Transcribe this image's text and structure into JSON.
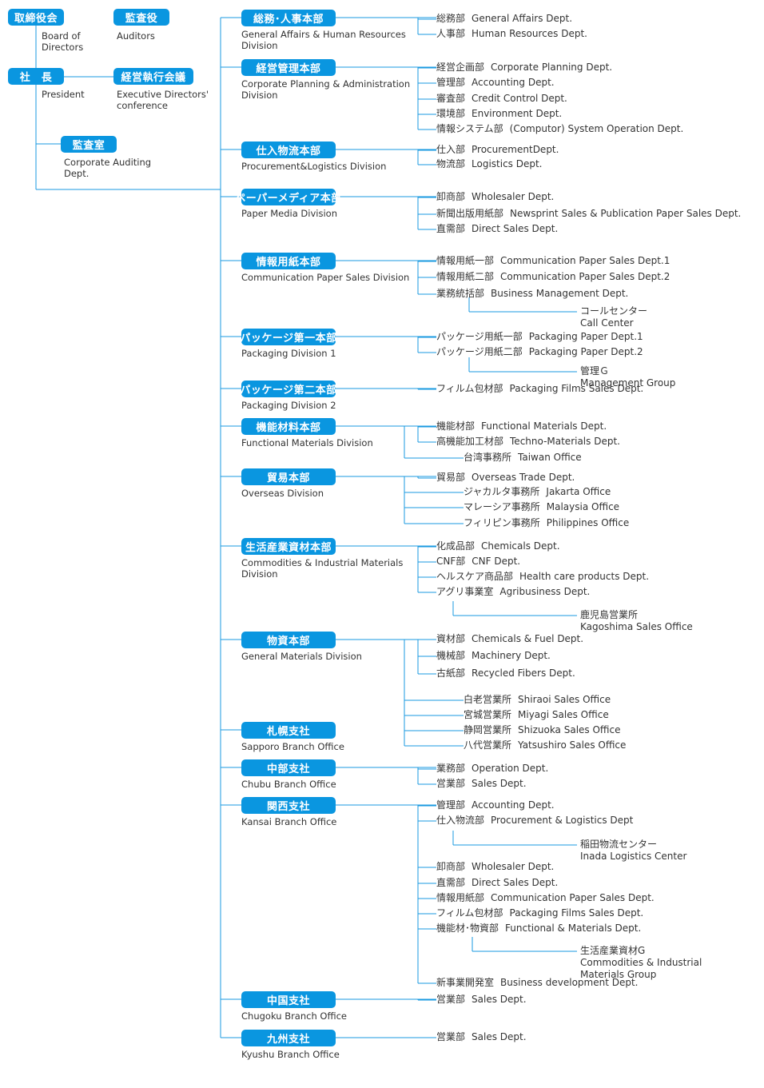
{
  "top": {
    "board": {
      "jp": "取締役会",
      "en": "Board of Directors"
    },
    "auditors": {
      "jp": "監査役",
      "en": "Auditors"
    },
    "president": {
      "jp": "社　長",
      "en": "President"
    },
    "conference": {
      "jp": "経営執行会議",
      "en": "Executive Directors' conference"
    },
    "audit_dept": {
      "jp": "監査室",
      "en": "Corporate Auditing Dept."
    }
  },
  "divisions": [
    {
      "jp": "総務･人事本部",
      "en": "General Affairs & Human Resources Division",
      "depts": [
        {
          "jp": "総務部",
          "en": "General Affairs Dept."
        },
        {
          "jp": "人事部",
          "en": "Human Resources Dept."
        }
      ]
    },
    {
      "jp": "経営管理本部",
      "en": "Corporate Planning & Administration Division",
      "depts": [
        {
          "jp": "経営企画部",
          "en": "Corporate Planning Dept."
        },
        {
          "jp": "管理部",
          "en": "Accounting Dept."
        },
        {
          "jp": "審査部",
          "en": "Credit Control Dept."
        },
        {
          "jp": "環境部",
          "en": "Environment Dept."
        },
        {
          "jp": "情報システム部",
          "en": "(Computor) System Operation Dept."
        }
      ]
    },
    {
      "jp": "仕入物流本部",
      "en": "Procurement&Logistics Division",
      "depts": [
        {
          "jp": "仕入部",
          "en": "ProcurementDept."
        },
        {
          "jp": "物流部",
          "en": "Logistics Dept."
        }
      ]
    },
    {
      "jp": "ペーパーメディア本部",
      "en": "Paper Media Division",
      "depts": [
        {
          "jp": "卸商部",
          "en": "Wholesaler Dept."
        },
        {
          "jp": "新聞出版用紙部",
          "en": "Newsprint Sales & Publication Paper Sales Dept."
        },
        {
          "jp": "直需部",
          "en": "Direct Sales Dept."
        }
      ]
    },
    {
      "jp": "情報用紙本部",
      "en": "Communication Paper Sales Division",
      "depts": [
        {
          "jp": "情報用紙一部",
          "en": "Communication Paper Sales Dept.1"
        },
        {
          "jp": "情報用紙二部",
          "en": "Communication Paper Sales Dept.2"
        },
        {
          "jp": "業務統括部",
          "en": "Business Management Dept."
        }
      ],
      "sub": [
        {
          "jp": "コールセンター",
          "en": "Call Center"
        }
      ]
    },
    {
      "jp": "パッケージ第一本部",
      "en": "Packaging Division 1",
      "depts": [
        {
          "jp": "パッケージ用紙一部",
          "en": "Packaging Paper Dept.1"
        },
        {
          "jp": "パッケージ用紙二部",
          "en": "Packaging Paper Dept.2"
        }
      ],
      "sub": [
        {
          "jp": "管理Ｇ",
          "en": "Management Group"
        }
      ]
    },
    {
      "jp": "パッケージ第二本部",
      "en": "Packaging Division 2",
      "depts": [
        {
          "jp": "フィルム包材部",
          "en": "Packaging Films Sales Dept."
        }
      ]
    },
    {
      "jp": "機能材料本部",
      "en": "Functional Materials Division",
      "depts": [
        {
          "jp": "機能材部",
          "en": "Functional Materials Dept."
        },
        {
          "jp": "高機能加工材部",
          "en": "Techno-Materials Dept."
        }
      ],
      "offices": [
        {
          "jp": "台湾事務所",
          "en": "Taiwan Office"
        }
      ]
    },
    {
      "jp": "貿易本部",
      "en": "Overseas Division",
      "depts": [
        {
          "jp": "貿易部",
          "en": "Overseas Trade Dept."
        }
      ],
      "offices": [
        {
          "jp": "ジャカルタ事務所",
          "en": "Jakarta Office"
        },
        {
          "jp": "マレーシア事務所",
          "en": "Malaysia Office"
        },
        {
          "jp": "フィリピン事務所",
          "en": "Philippines Office"
        }
      ]
    },
    {
      "jp": "生活産業資材本部",
      "en": "Commodities & Industrial Materials Division",
      "depts": [
        {
          "jp": "化成品部",
          "en": "Chemicals Dept."
        },
        {
          "jp": "CNF部",
          "en": "CNF Dept."
        },
        {
          "jp": "ヘルスケア商品部",
          "en": "Health care products Dept."
        },
        {
          "jp": "アグリ事業室",
          "en": "Agribusiness Dept."
        }
      ],
      "sub": [
        {
          "jp": "鹿児島営業所",
          "en": "Kagoshima Sales Office"
        }
      ]
    },
    {
      "jp": "物資本部",
      "en": "General Materials Division",
      "depts": [
        {
          "jp": "資材部",
          "en": "Chemicals & Fuel Dept."
        },
        {
          "jp": "機械部",
          "en": "Machinery Dept."
        },
        {
          "jp": "古紙部",
          "en": "Recycled Fibers Dept."
        }
      ],
      "offices": [
        {
          "jp": "白老営業所",
          "en": "Shiraoi Sales Office"
        },
        {
          "jp": "宮城営業所",
          "en": "Miyagi Sales Office"
        },
        {
          "jp": "静岡営業所",
          "en": "Shizuoka Sales Office"
        },
        {
          "jp": "八代営業所",
          "en": "Yatsushiro Sales Office"
        }
      ]
    },
    {
      "jp": "札幌支社",
      "en": "Sapporo Branch Office",
      "depts": []
    },
    {
      "jp": "中部支社",
      "en": "Chubu Branch Office",
      "depts": [
        {
          "jp": "業務部",
          "en": "Operation Dept."
        },
        {
          "jp": "営業部",
          "en": "Sales Dept."
        }
      ]
    },
    {
      "jp": "関西支社",
      "en": "Kansai Branch Office",
      "depts": [
        {
          "jp": "管理部",
          "en": "Accounting Dept."
        },
        {
          "jp": "仕入物流部",
          "en": "Procurement & Logistics Dept"
        },
        {
          "jp": "卸商部",
          "en": "Wholesaler Dept."
        },
        {
          "jp": "直需部",
          "en": "Direct Sales Dept."
        },
        {
          "jp": "情報用紙部",
          "en": "Communication Paper Sales Dept."
        },
        {
          "jp": "フィルム包材部",
          "en": "Packaging Films Sales Dept."
        },
        {
          "jp": "機能材･物資部",
          "en": "Functional & Materials Dept."
        },
        {
          "jp": "新事業開発室",
          "en": "Business development Dept."
        }
      ],
      "sub": [
        {
          "jp": "稲田物流センター",
          "en": "Inada Logistics Center"
        },
        {
          "jp": "生活産業資材G",
          "en": "Commodities & Industrial Materials Group"
        }
      ]
    },
    {
      "jp": "中国支社",
      "en": "Chugoku Branch Office",
      "depts": [
        {
          "jp": "営業部",
          "en": "Sales Dept."
        }
      ]
    },
    {
      "jp": "九州支社",
      "en": "Kyushu Branch Office",
      "depts": [
        {
          "jp": "営業部",
          "en": "Sales Dept."
        }
      ]
    }
  ],
  "colors": {
    "box": "#0a96e0",
    "line": "#1a9ae0",
    "text": "#333333"
  }
}
